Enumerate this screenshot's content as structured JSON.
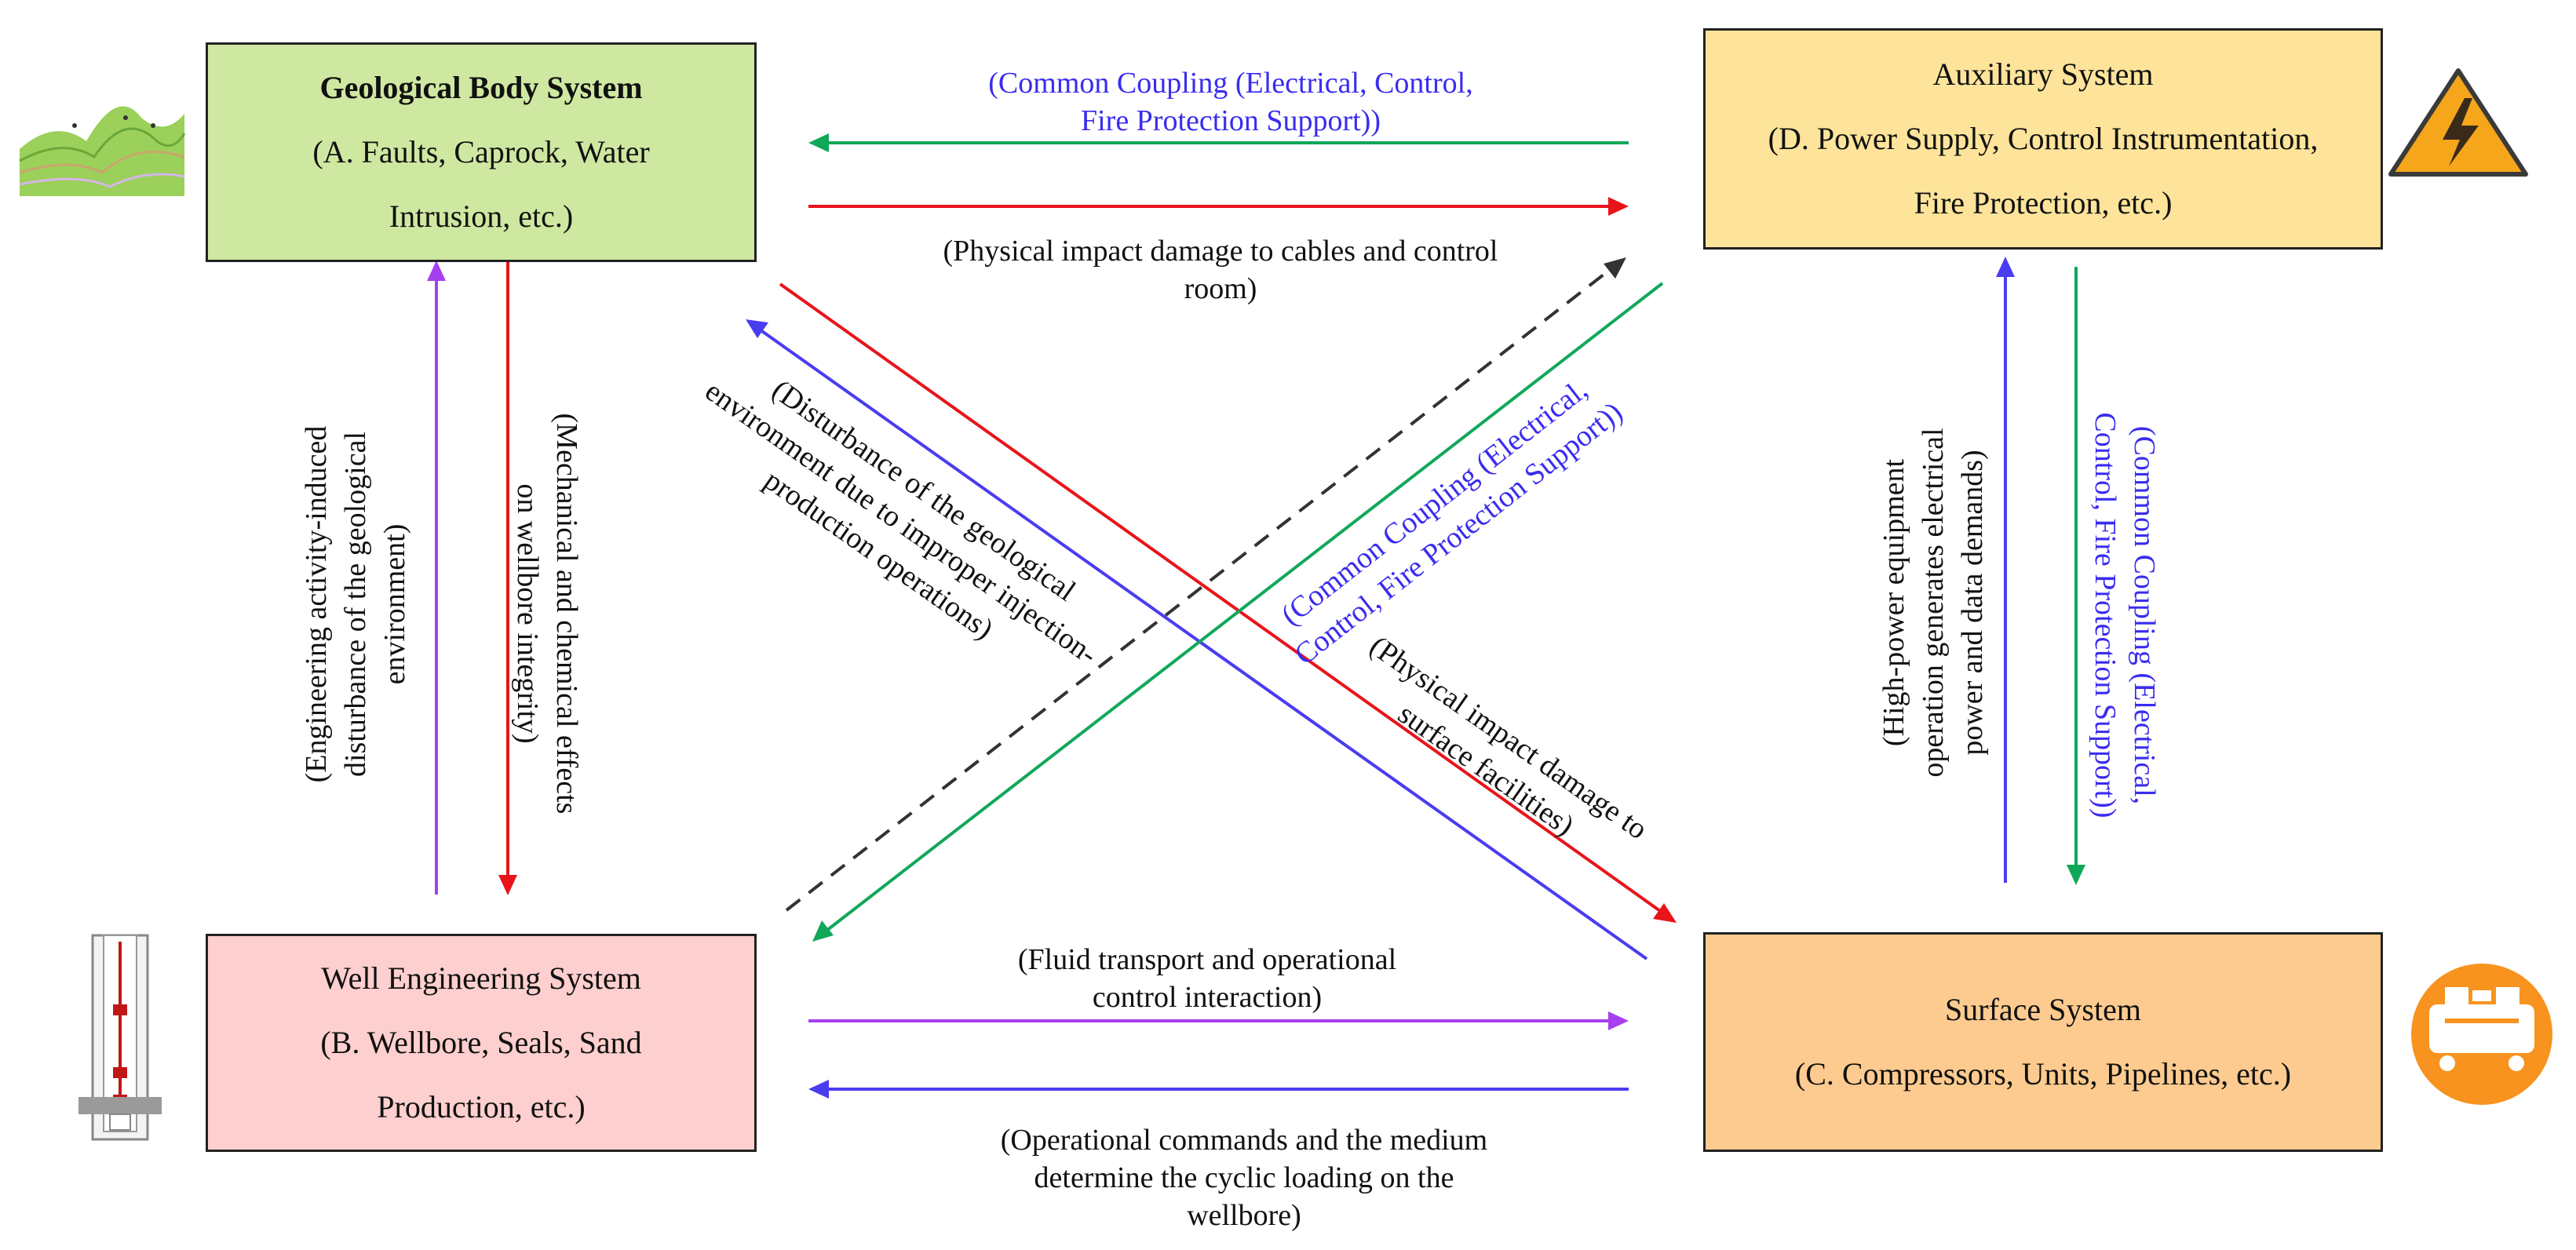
{
  "colors": {
    "red": "#e8141a",
    "green": "#10a858",
    "blue": "#4a3cf0",
    "purple": "#a63ff0",
    "dashed": "#333333",
    "blue_text": "#3a2cf0",
    "geo_fill": "#cfe8a1",
    "aux_fill": "#fde49a",
    "well_fill": "#fdcfce",
    "surf_fill": "#fdcb8f"
  },
  "icons": {
    "geo": "geological-strata-icon",
    "aux": "high-voltage-warning-icon",
    "well": "wellbore-schematic-icon",
    "surf": "compressor-icon"
  },
  "boxes": {
    "geo": {
      "title": "Geological Body System",
      "line2": "(A. Faults, Caprock, Water",
      "line3": "Intrusion, etc.)"
    },
    "aux": {
      "title": "Auxiliary System",
      "line2": "(D. Power Supply, Control Instrumentation,",
      "line3": "Fire Protection, etc.)"
    },
    "well": {
      "title": "Well Engineering System",
      "line2": "(B. Wellbore, Seals, Sand",
      "line3": "Production, etc.)"
    },
    "surf": {
      "title": "Surface System",
      "line2": "(C. Compressors, Units, Pipelines, etc.)"
    }
  },
  "labels": {
    "top_coupling_1": "(Common Coupling (Electrical, Control,",
    "top_coupling_2": "Fire Protection Support))",
    "top_impact_1": "(Physical impact damage to cables and control",
    "top_impact_2": "room)",
    "left_eng_1": "(Engineering activity-induced",
    "left_eng_2": "disturbance of the geological",
    "left_eng_3": "environment)",
    "left_mech_1": "(Mechanical and chemical effects",
    "left_mech_2": "on wellbore integrity)",
    "diag_dist_1": "(Disturbance of the geological",
    "diag_dist_2": "environment due to improper injection-",
    "diag_dist_3": "production operations)",
    "diag_coup_1": "(Common Coupling (Electrical,",
    "diag_coup_2": "Control, Fire Protection Support))",
    "diag_phys_1": "(Physical impact damage to",
    "diag_phys_2": "surface facilities)",
    "right_hp_1": "(High-power equipment",
    "right_hp_2": "operation generates electrical",
    "right_hp_3": "power and data demands)",
    "right_coup_1": "(Common Coupling (Electrical,",
    "right_coup_2": "Control, Fire Protection Support))",
    "bot_fluid_1": "(Fluid transport and operational",
    "bot_fluid_2": "control interaction)",
    "bot_ops_1": "(Operational commands and the medium",
    "bot_ops_2": "determine the cyclic loading on the",
    "bot_ops_3": "wellbore)"
  }
}
